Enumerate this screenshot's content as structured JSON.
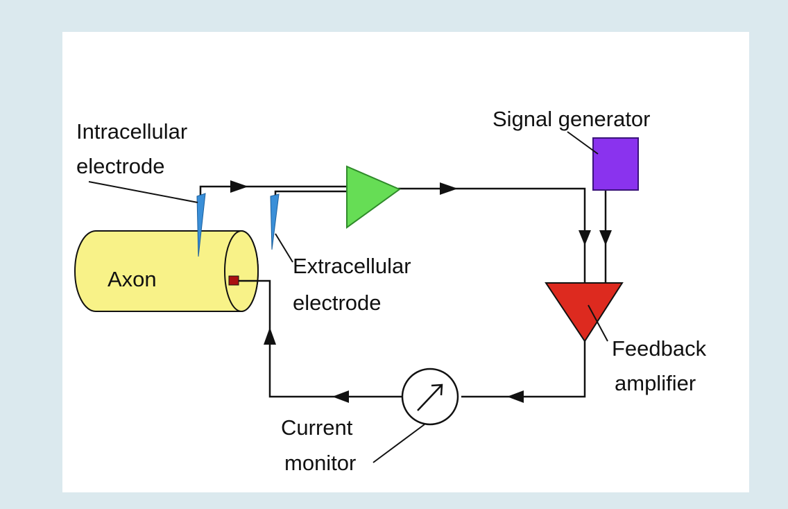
{
  "labels": {
    "intracellular_line1": "Intracellular",
    "intracellular_line2": "electrode",
    "axon": "Axon",
    "extracellular_line1": "Extracellular",
    "extracellular_line2": "electrode",
    "signal_generator": "Signal generator",
    "feedback_line1": "Feedback",
    "feedback_line2": "amplifier",
    "current_line1": "Current",
    "current_line2": "monitor"
  },
  "colors": {
    "background": "#dbe9ee",
    "panel": "#ffffff",
    "axon_fill": "#f8f288",
    "voltage_amp": "#66dd55",
    "feedback_amp": "#dd2a1f",
    "signal_generator": "#8a33ee",
    "electrode": "#3a8fd8",
    "axon_contact": "#aa1111",
    "wire": "#111111"
  },
  "icons": {
    "voltage_amplifier": "triangle-right-icon",
    "feedback_amplifier": "triangle-down-icon",
    "current_monitor": "meter-dial-icon",
    "signal_generator": "square-box-icon"
  }
}
